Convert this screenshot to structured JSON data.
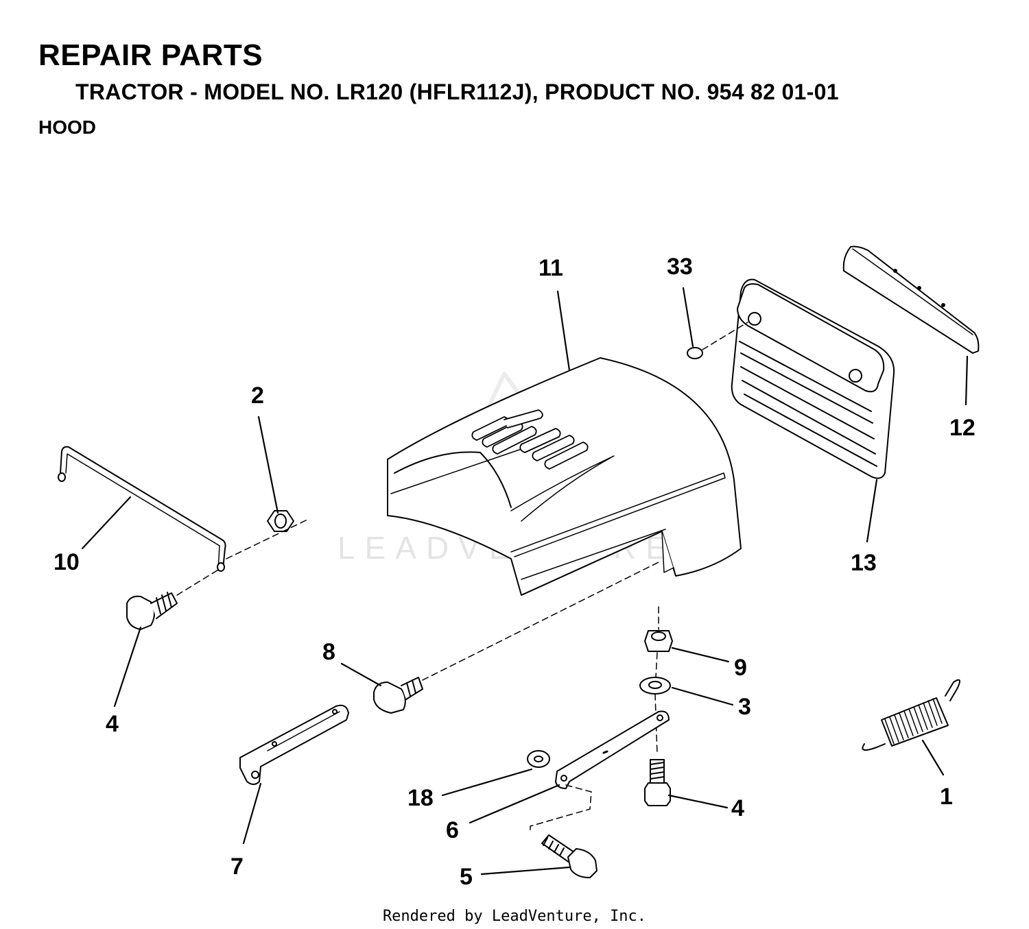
{
  "header": {
    "title": "REPAIR PARTS",
    "subtitle": "TRACTOR - MODEL NO. LR120 (HFLR112J), PRODUCT NO. 954 82 01-01",
    "section": "HOOD"
  },
  "watermark": "LEADVENTURE",
  "footer": "Rendered by LeadVenture, Inc.",
  "callouts": {
    "c1": "1",
    "c2": "2",
    "c3": "3",
    "c4a": "4",
    "c4b": "4",
    "c5": "5",
    "c6": "6",
    "c7": "7",
    "c8": "8",
    "c9": "9",
    "c10": "10",
    "c11": "11",
    "c12": "12",
    "c13": "13",
    "c18": "18",
    "c33": "33"
  },
  "colors": {
    "line": "#000000",
    "watermark": "#e4e4e4",
    "background": "#ffffff"
  }
}
